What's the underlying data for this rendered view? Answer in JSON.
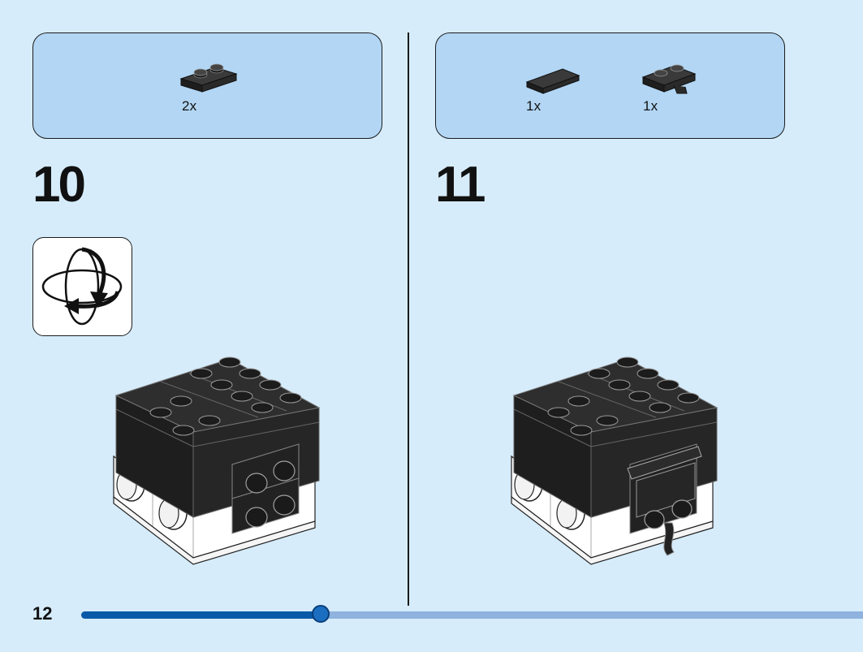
{
  "steps": [
    {
      "number": "10",
      "parts": [
        {
          "qty": "2x",
          "icon": "plate-1x2-black"
        }
      ],
      "rotate_hint": true,
      "model_icon": "assembled-model-step-10"
    },
    {
      "number": "11",
      "parts": [
        {
          "qty": "1x",
          "icon": "tile-1x2-black"
        },
        {
          "qty": "1x",
          "icon": "plate-with-clip-black"
        }
      ],
      "model_icon": "assembled-model-step-11"
    }
  ],
  "footer": {
    "page_number": "12",
    "progress": 0.306
  },
  "colors": {
    "background": "#d6ecfb",
    "parts_box": "#b2d6f4",
    "progress_fill": "#0a5aa8",
    "progress_track": "#8fb2de",
    "brick_black": "#1e1e1e",
    "brick_white": "#ffffff"
  }
}
